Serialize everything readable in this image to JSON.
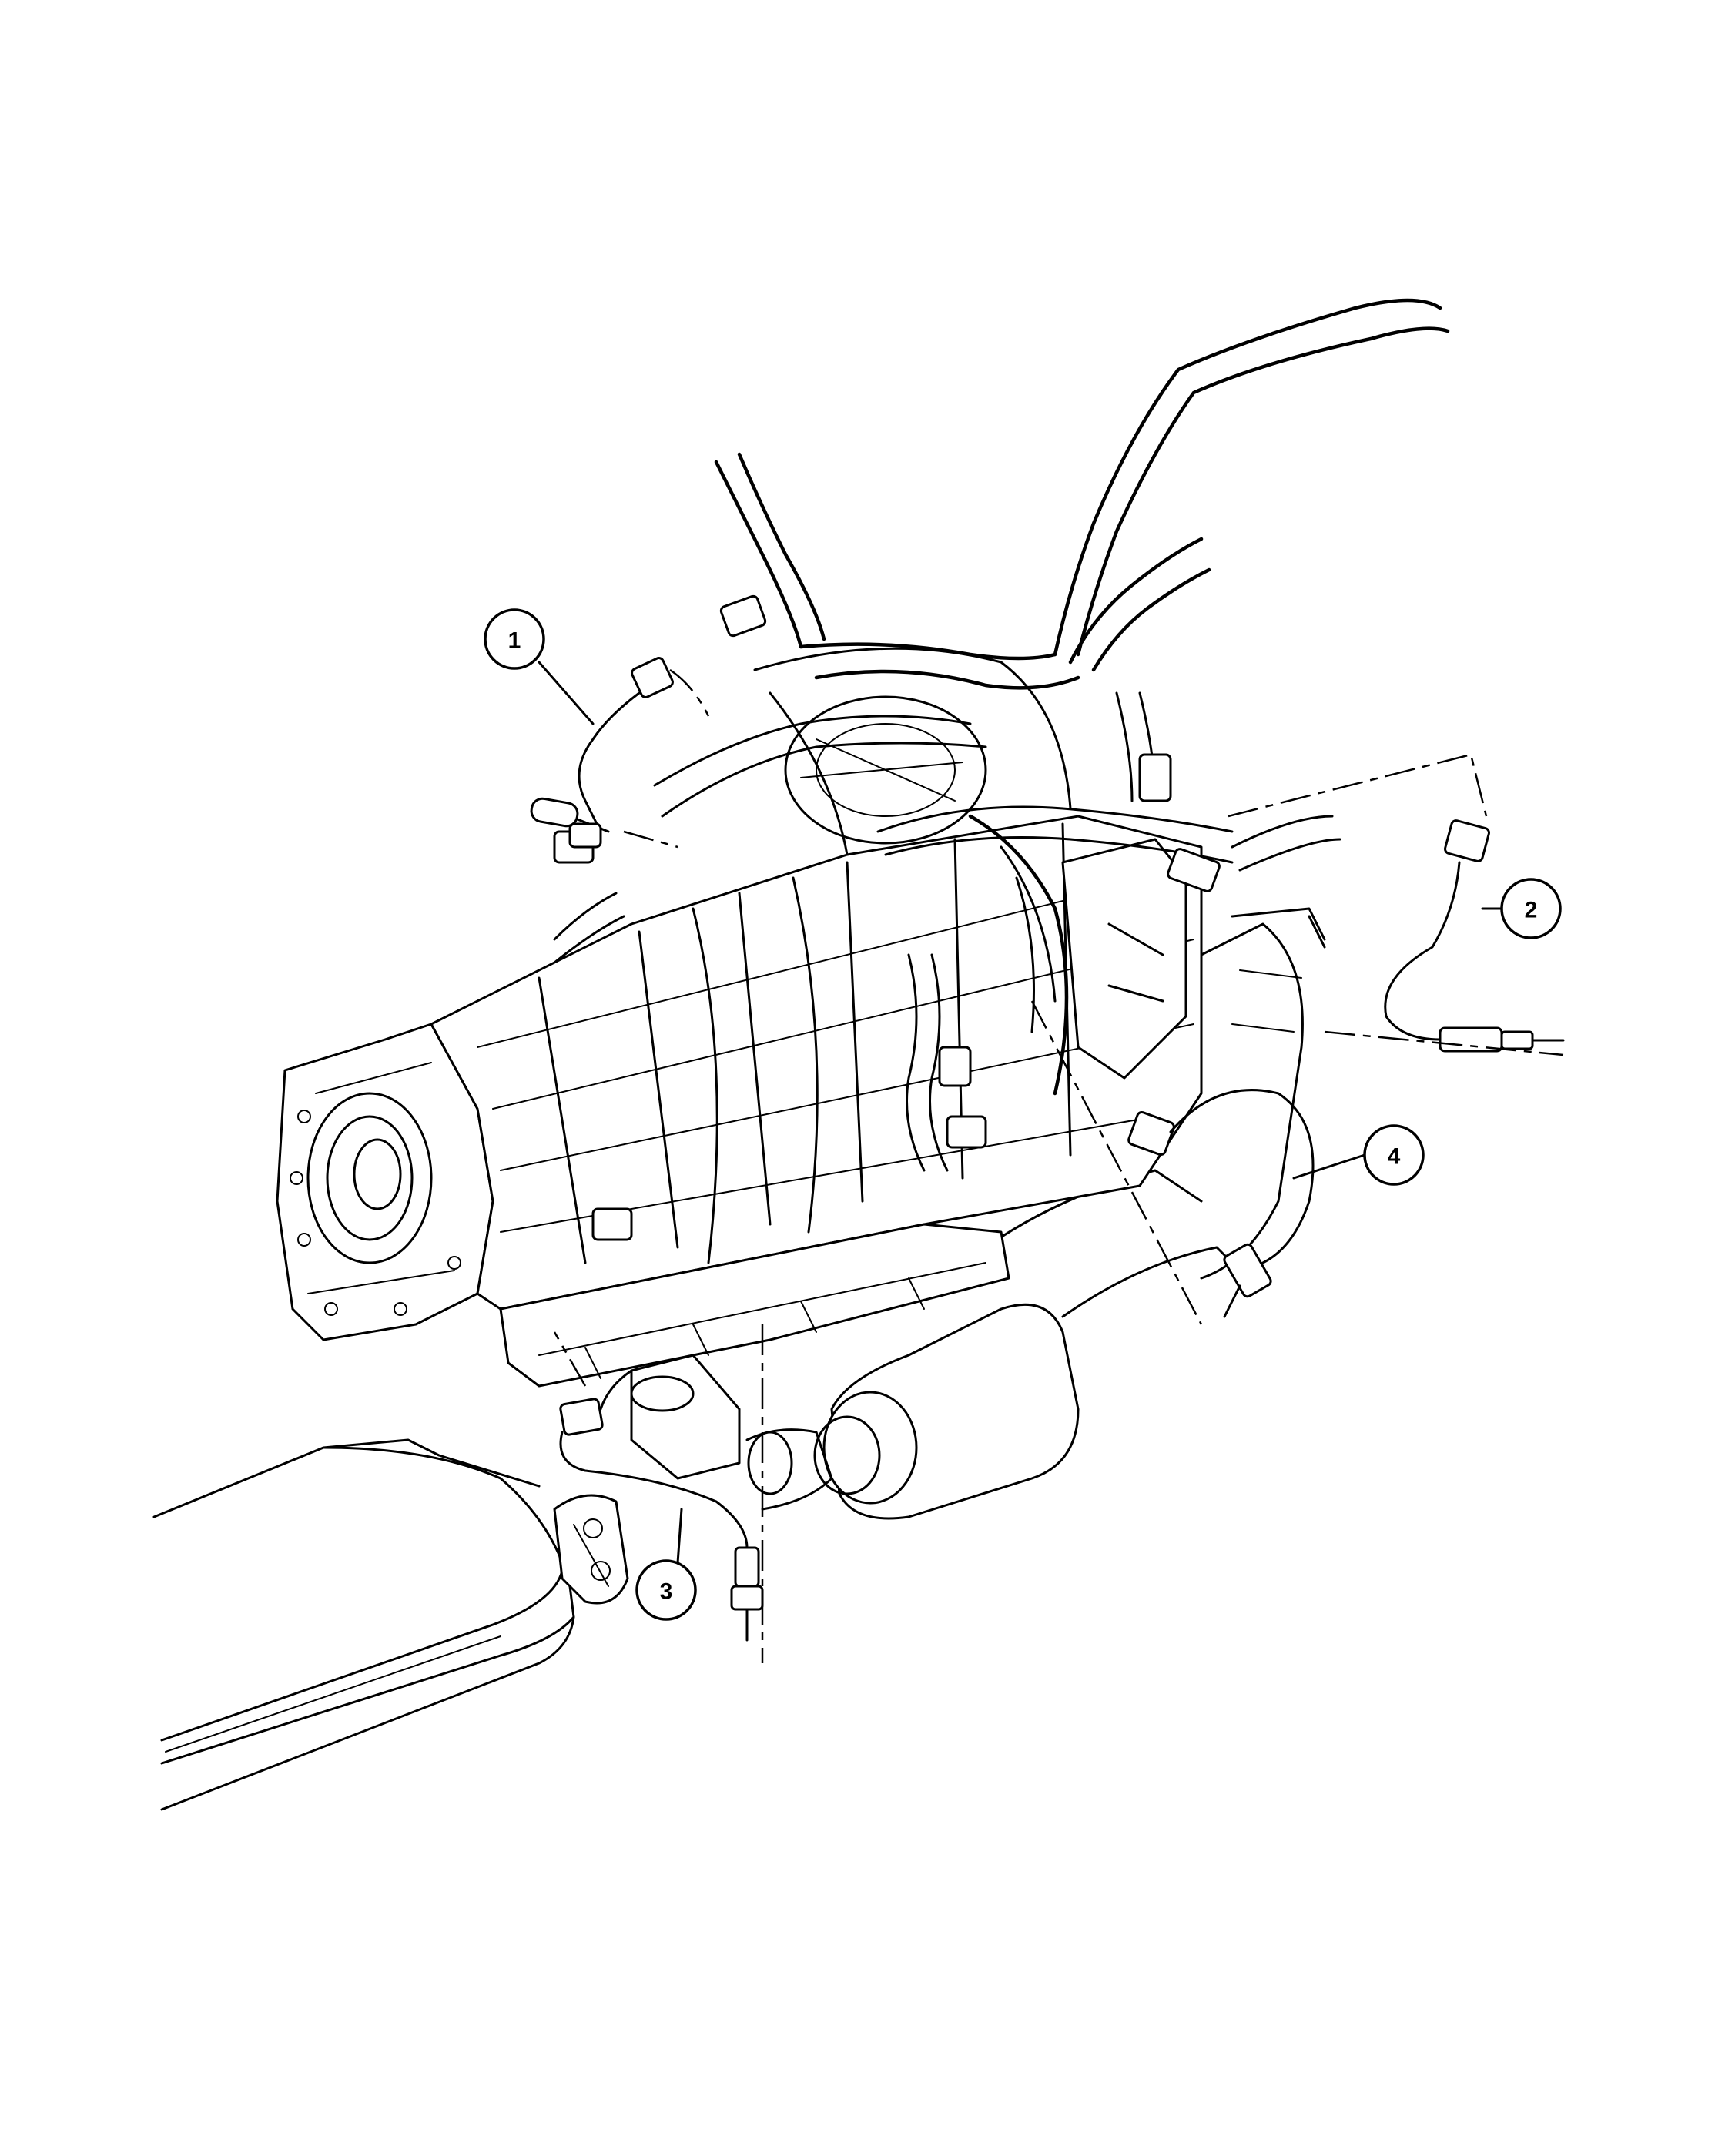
{
  "callouts": [
    {
      "number": "1",
      "part": "oxygen-sensor"
    },
    {
      "number": "2",
      "part": "oxygen-sensor"
    },
    {
      "number": "3",
      "part": "oxygen-sensor"
    },
    {
      "number": "4",
      "part": "oxygen-sensor"
    }
  ]
}
